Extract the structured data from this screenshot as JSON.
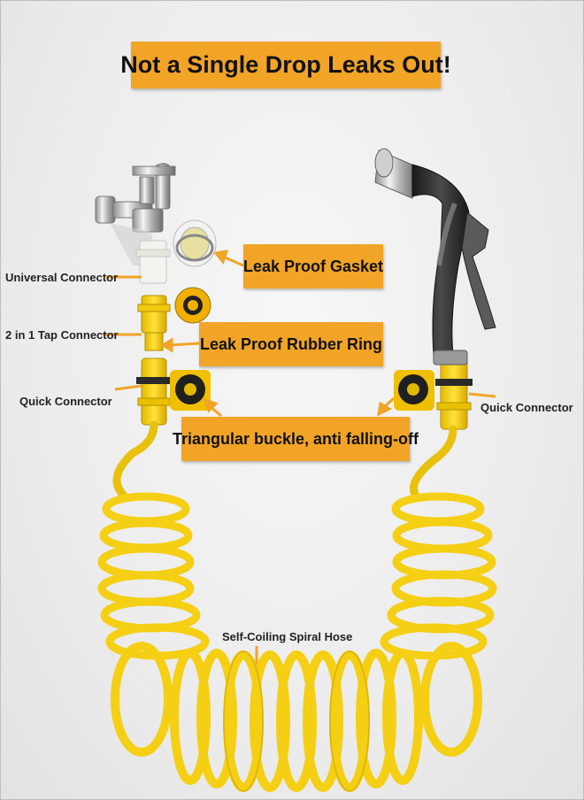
{
  "title": "Not a Single Drop Leaks Out!",
  "callouts": {
    "gasket": "Leak Proof Gasket",
    "rubber_ring": "Leak Proof Rubber Ring",
    "buckle": "Triangular buckle, anti falling-off"
  },
  "labels": {
    "universal_connector": "Universal  Connector",
    "tap_connector": "2 in 1 Tap Connector",
    "quick_connector_left": "Quick Connector",
    "quick_connector_right": "Quick Connector",
    "spiral_hose": "Self-Coiling Spiral Hose"
  },
  "colors": {
    "callout_bg": "#f2a427",
    "hose_yellow": "#f7d21a",
    "nozzle_dark": "#2b2b2b"
  },
  "icons": [
    "faucet-icon",
    "spray-nozzle-icon",
    "coiled-hose-icon",
    "connector-icon",
    "gasket-icon",
    "rubber-ring-icon"
  ]
}
